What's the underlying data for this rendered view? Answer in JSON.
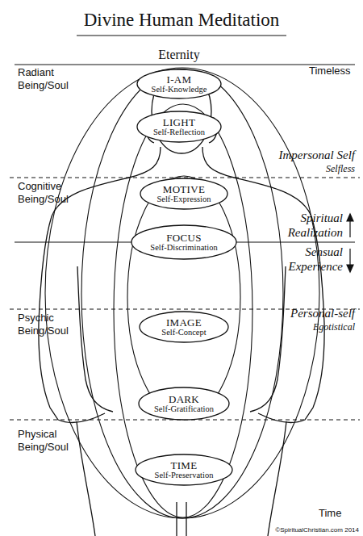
{
  "diagram": {
    "title": "Divine Human Meditation",
    "nodes": [
      {
        "text": [
          "I-AM",
          "Self-Knowledge"
        ]
      },
      {
        "text": [
          "LIGHT",
          "Self-Reflection"
        ]
      },
      {
        "text": [
          "MOTIVE",
          "Self-Expression"
        ]
      },
      {
        "text": [
          "FOCUS",
          "Self-Discrimination"
        ]
      },
      {
        "text": [
          "IMAGE",
          "Self-Concept"
        ]
      },
      {
        "text": [
          "DARK",
          "Self-Gratification"
        ]
      },
      {
        "text": [
          "TIME",
          "Self-Preservation"
        ]
      }
    ],
    "labels": [
      "Eternity",
      "Timeless",
      "Radiant Being/Soul",
      "Impersonal Self",
      "Selfless",
      "Cognitive Being/Soul",
      "Spiritual Realization",
      "Sensual Experience",
      "Psychic Being/Soul",
      "Personal-self",
      "Egotistical",
      "Physical Being/Soul",
      "Time",
      "©SpiritualChristian.com 2014"
    ]
  }
}
